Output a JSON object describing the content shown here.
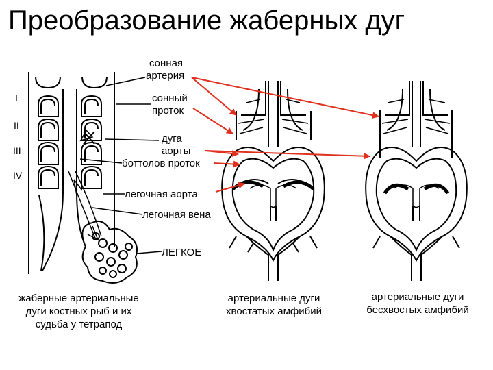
{
  "title": "Преобразование жаберных дуг",
  "labels": {
    "carotid_artery_1": "сонная",
    "carotid_artery_2": "артерия",
    "carotid_duct_1": "сонный",
    "carotid_duct_2": "проток",
    "aortic_arch_1": "дуга",
    "aortic_arch_2": "аорты",
    "botallo_duct": "боттолов проток",
    "pulmonary_aorta": "легочная аорта",
    "pulmonary_vein": "легочная вена",
    "lung": "ЛЕГКОЕ"
  },
  "roman": [
    "I",
    "II",
    "III",
    "IV"
  ],
  "captions": {
    "left": [
      "жаберные артериальные",
      "дуги костных рыб и их",
      "судьба у тетрапод"
    ],
    "middle": [
      "артериальные дуги",
      "хвостатых амфибий"
    ],
    "right": [
      "артериальные дуги",
      "бесхвостых амфибий"
    ]
  },
  "colors": {
    "arrow": "#e0301e",
    "line": "#000000"
  }
}
